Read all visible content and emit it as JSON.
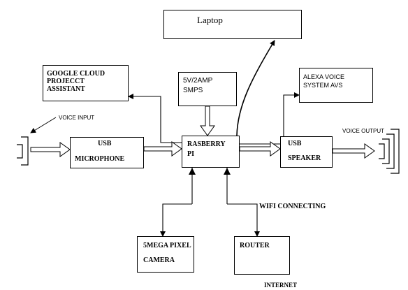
{
  "blocks": {
    "laptop": "Laptop",
    "google_line1": "GOOGLE CLOUD",
    "google_line2": "PROJECCT",
    "google_line3": "ASSISTANT",
    "smps_line1": "5V/2AMP",
    "smps_line2": "SMPS",
    "alexa_line1": "ALEXA VOICE",
    "alexa_line2": "SYSTEM AVS",
    "usb_mic_line1": "USB",
    "usb_mic_line2": "MICROPHONE",
    "pi_line1": "RASBERRY",
    "pi_line2": "PI",
    "usb_spk_line1": "USB",
    "usb_spk_line2": "SPEAKER",
    "camera_line1": "5MEGA PIXEL",
    "camera_line2": "CAMERA",
    "router": "ROUTER"
  },
  "annotations": {
    "voice_input": "VOICE INPUT",
    "voice_output": "VOICE OUTPUT",
    "wifi": "WIFI CONNECTING",
    "internet": "INTERNET"
  },
  "colors": {
    "line": "#000000",
    "background": "#ffffff"
  }
}
